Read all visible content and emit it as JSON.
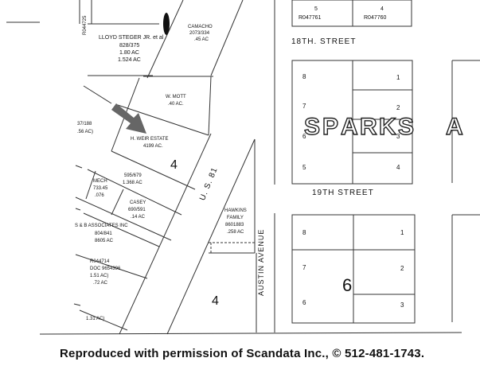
{
  "parcels": {
    "steger": {
      "owner": "LLOYD STEGER JR. et al",
      "ref": "828/375",
      "acres_a": "1.80 AC",
      "acres_b": "1.524 AC"
    },
    "camacho": {
      "owner": "CAMACHO",
      "ref": "2073/334",
      "acres": ".45 AC"
    },
    "mott": {
      "owner": "W. MOTT",
      "acres": ".40 AC."
    },
    "weir": {
      "owner": "H. WEIR ESTATE",
      "acres": "4199 AC."
    },
    "parcel_595": {
      "ref": "595/679",
      "acres": "1.368 AC"
    },
    "mech": {
      "owner": "MECH",
      "ref": "733.45",
      "acres": ".076"
    },
    "casey": {
      "owner": "CASEY",
      "ref": "690/591",
      "acres": ".14 AC"
    },
    "sb": {
      "owner": "S & B ASSOCIATES INC",
      "ref": "804/841",
      "acres": "8605 AC"
    },
    "r044714": {
      "id": "R044714",
      "doc": "DOC 9654396",
      "acres_a": "1.51 AC)",
      "acres_b": ".72 AC"
    },
    "left_edge_1": {
      "ref": "37/188",
      "acres": ".56 AC)"
    },
    "bottom_left": {
      "acres": "1.31 AC)"
    },
    "hawkins": {
      "owner_a": "HAWKINS",
      "owner_b": "FAMILY",
      "ref": "8601883",
      "acres": ".258 AC"
    },
    "r047761": {
      "lot": "5",
      "id": "R047761"
    },
    "r047760": {
      "lot": "4",
      "id": "R047760"
    }
  },
  "streets": {
    "street_18": "18TH. STREET",
    "street_19": "19TH STREET",
    "highway": "U. S. 81",
    "austin": "AUSTIN AVENUE",
    "left_vertical": "R044725"
  },
  "blocks": {
    "block_4_a": "4",
    "block_4_b": "4",
    "block_6": "6",
    "upper_lots": [
      "8",
      "7",
      "6",
      "5",
      "1",
      "2",
      "3",
      "4"
    ],
    "lower_lots": [
      "8",
      "7",
      "6",
      "1",
      "2",
      "3"
    ]
  },
  "subdivision": {
    "letters": [
      "S",
      "P",
      "A",
      "R",
      "K",
      "S",
      "A"
    ]
  },
  "caption": "Reproduced with permission of Scandata Inc., © 512-481-1743."
}
